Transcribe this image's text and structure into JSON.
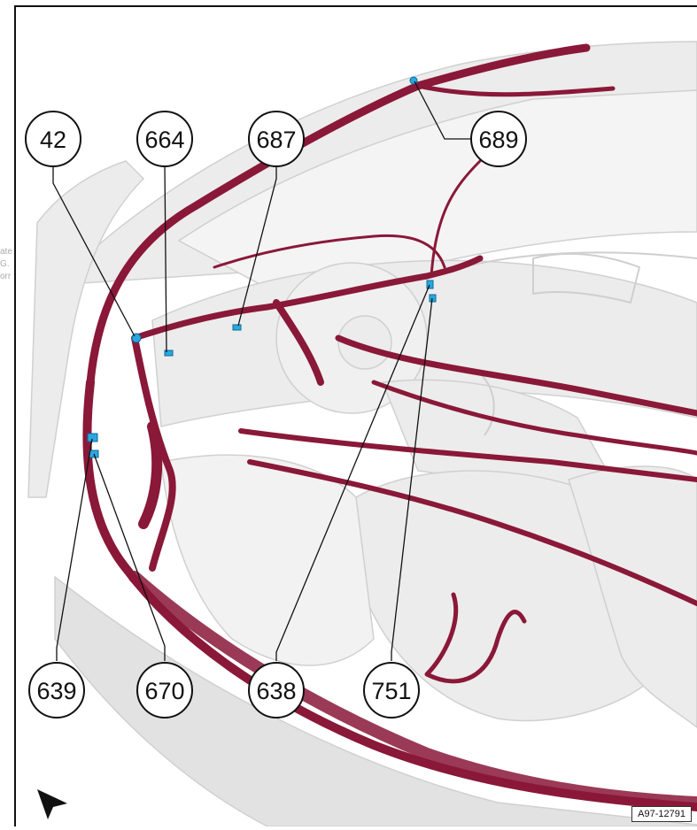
{
  "figure_reference": "A97-12791",
  "watermark_fragments": [
    "ate",
    "G.",
    "orr"
  ],
  "colors": {
    "harness": "#8a1838",
    "connector": "#29a8e0",
    "car_body": "#ececec"
  },
  "callouts": [
    {
      "id": "42",
      "label": "42"
    },
    {
      "id": "664",
      "label": "664"
    },
    {
      "id": "687",
      "label": "687"
    },
    {
      "id": "689",
      "label": "689"
    },
    {
      "id": "639",
      "label": "639"
    },
    {
      "id": "670",
      "label": "670"
    },
    {
      "id": "638",
      "label": "638"
    },
    {
      "id": "751",
      "label": "751"
    }
  ],
  "icons": {
    "direction_arrow": "arrow-icon"
  }
}
